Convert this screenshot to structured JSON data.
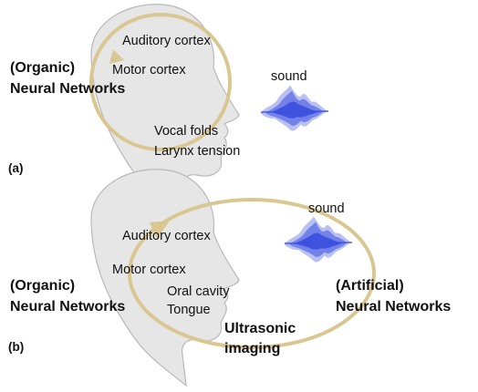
{
  "colors": {
    "head_fill": "#e6e6e6",
    "head_stroke": "#b9b9b9",
    "loop": "#d9c690",
    "wave": "#3a4fe0",
    "text": "#111111"
  },
  "panel_a": {
    "tag": "(a)",
    "organic_line1": "(Organic)",
    "organic_line2": "Neural Networks",
    "auditory": "Auditory cortex",
    "motor": "Motor cortex",
    "sound": "sound",
    "vocal_folds": "Vocal folds",
    "larynx": "Larynx tension"
  },
  "panel_b": {
    "tag": "(b)",
    "organic_line1": "(Organic)",
    "organic_line2": "Neural Networks",
    "auditory": "Auditory cortex",
    "motor": "Motor cortex",
    "oral_cavity": "Oral cavity",
    "tongue": "Tongue",
    "sound": "sound",
    "artificial_line1": "(Artificial)",
    "artificial_line2": "Neural Networks",
    "ultrasonic_line1": "Ultrasonic",
    "ultrasonic_line2": "imaging"
  }
}
